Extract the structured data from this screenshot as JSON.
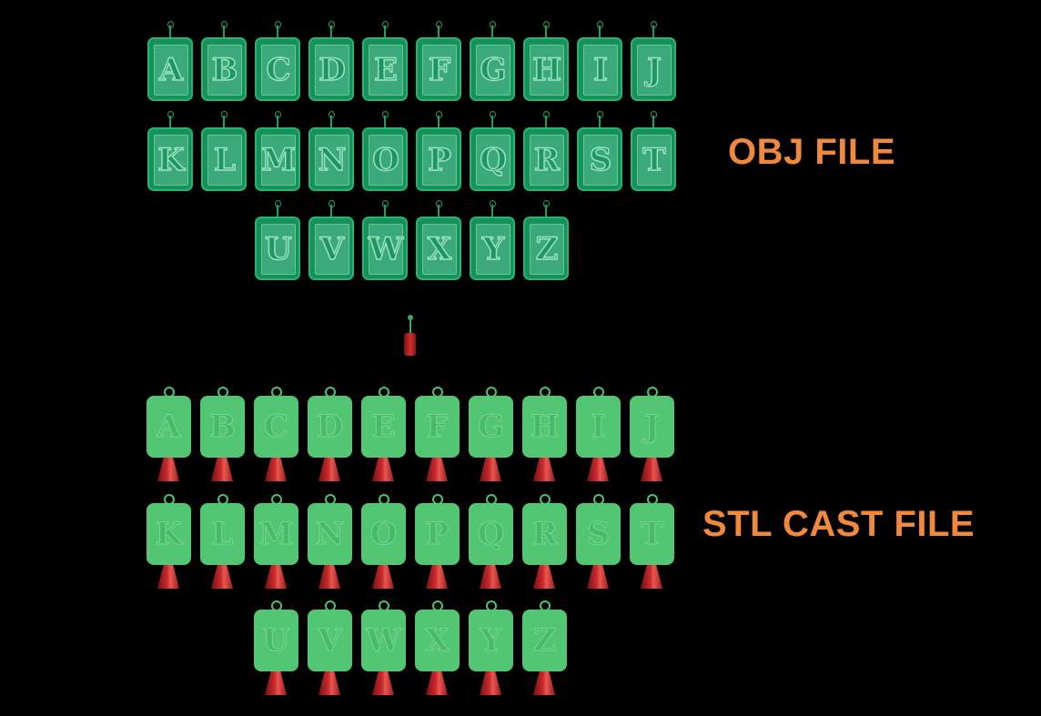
{
  "obj_section": {
    "label": "OBJ FILE",
    "rows": [
      [
        "A",
        "B",
        "C",
        "D",
        "E",
        "F",
        "G",
        "H",
        "I",
        "J"
      ],
      [
        "K",
        "L",
        "M",
        "N",
        "O",
        "P",
        "Q",
        "R",
        "S",
        "T"
      ],
      [
        "U",
        "V",
        "W",
        "X",
        "Y",
        "Z"
      ]
    ]
  },
  "stl_section": {
    "label": "STL CAST FILE",
    "rows": [
      [
        "A",
        "B",
        "C",
        "D",
        "E",
        "F",
        "G",
        "H",
        "I",
        "J"
      ],
      [
        "K",
        "L",
        "M",
        "N",
        "O",
        "P",
        "Q",
        "R",
        "S",
        "T"
      ],
      [
        "U",
        "V",
        "W",
        "X",
        "Y",
        "Z"
      ]
    ]
  },
  "colors": {
    "background": "#000000",
    "label": "#f0883d",
    "obj_pendant": "#17915a",
    "stl_pendant": "#53c673",
    "sprue": "#c92a2e"
  }
}
